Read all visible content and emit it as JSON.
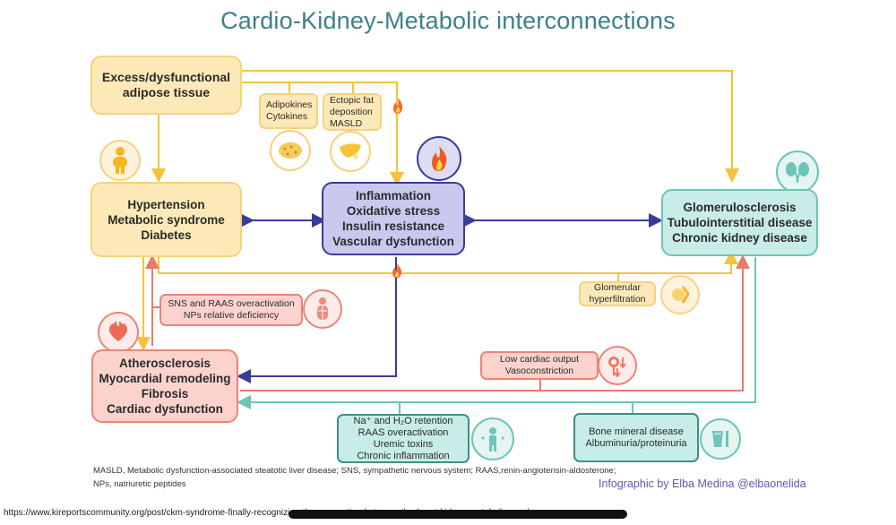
{
  "title": "Cardio-Kidney-Metabolic interconnections",
  "nodes": {
    "adipose": {
      "lines": [
        "Excess/dysfunctional",
        "adipose tissue"
      ],
      "icon": "obese-person-icon"
    },
    "adipokines": {
      "lines": [
        "Adipokines",
        "Cytokines"
      ],
      "icon": "adipocytes-icon"
    },
    "ectopic": {
      "lines": [
        "Ectopic fat",
        "deposition",
        "MASLD"
      ],
      "icon": "liver-icon"
    },
    "metabolic": {
      "lines": [
        "Hypertension",
        "Metabolic syndrome",
        "Diabetes"
      ],
      "icon": "obese-person-icon"
    },
    "inflammation": {
      "lines": [
        "Inflammation",
        "Oxidative stress",
        "Insulin resistance",
        "Vascular dysfunction"
      ],
      "icon": "flame-icon"
    },
    "kidney": {
      "lines": [
        "Glomerulosclerosis",
        "Tubulointerstitial disease",
        "Chronic kidney disease"
      ],
      "icon": "kidneys-icon"
    },
    "glomerular": {
      "lines": [
        "Glomerular",
        "hyperfiltration"
      ],
      "icon": "glomerulus-icon"
    },
    "sns": {
      "lines": [
        "SNS and RAAS overactivation",
        "NPs relative deficiency"
      ],
      "icon": "nervous-system-icon"
    },
    "cardiac": {
      "lines": [
        "Atherosclerosis",
        "Myocardial remodeling",
        "Fibrosis",
        "Cardiac dysfunction"
      ],
      "icon": "heart-icon"
    },
    "lowoutput": {
      "lines": [
        "Low cardiac output",
        "Vasoconstriction"
      ],
      "icon": "blood-pressure-down-icon"
    },
    "retention": {
      "lines": [
        "Na⁺ and H₂O retention",
        "RAAS overactivation",
        "Uremic toxins",
        "Chronic inflammation"
      ],
      "icon": "body-fluid-icon"
    },
    "bone": {
      "lines": [
        "Bone mineral disease",
        "Albuminuria/proteinuria"
      ],
      "icon": "urine-test-icon"
    }
  },
  "colors": {
    "yellow_line": "#f5c33b",
    "purple_line": "#3b3b98",
    "red_line": "#ea7b6b",
    "teal_line": "#6cc5b8",
    "title": "#3f7f8a"
  },
  "footnote": {
    "line1": "MASLD, Metabolic dysfunction-associated steatotic liver disease; SNS, sympathetic nervous system; RAAS,renin-angiotensin-aldosterone;",
    "line2": "NPs, natriuretic peptides"
  },
  "credit": "Infographic by Elba Medina @elbaonelida",
  "source_url": "https://www.kireportscommunity.org/post/ckm-syndrome-finally-recognizing-the-connection-between-the-heart-kidney-metabolic-syndrome"
}
